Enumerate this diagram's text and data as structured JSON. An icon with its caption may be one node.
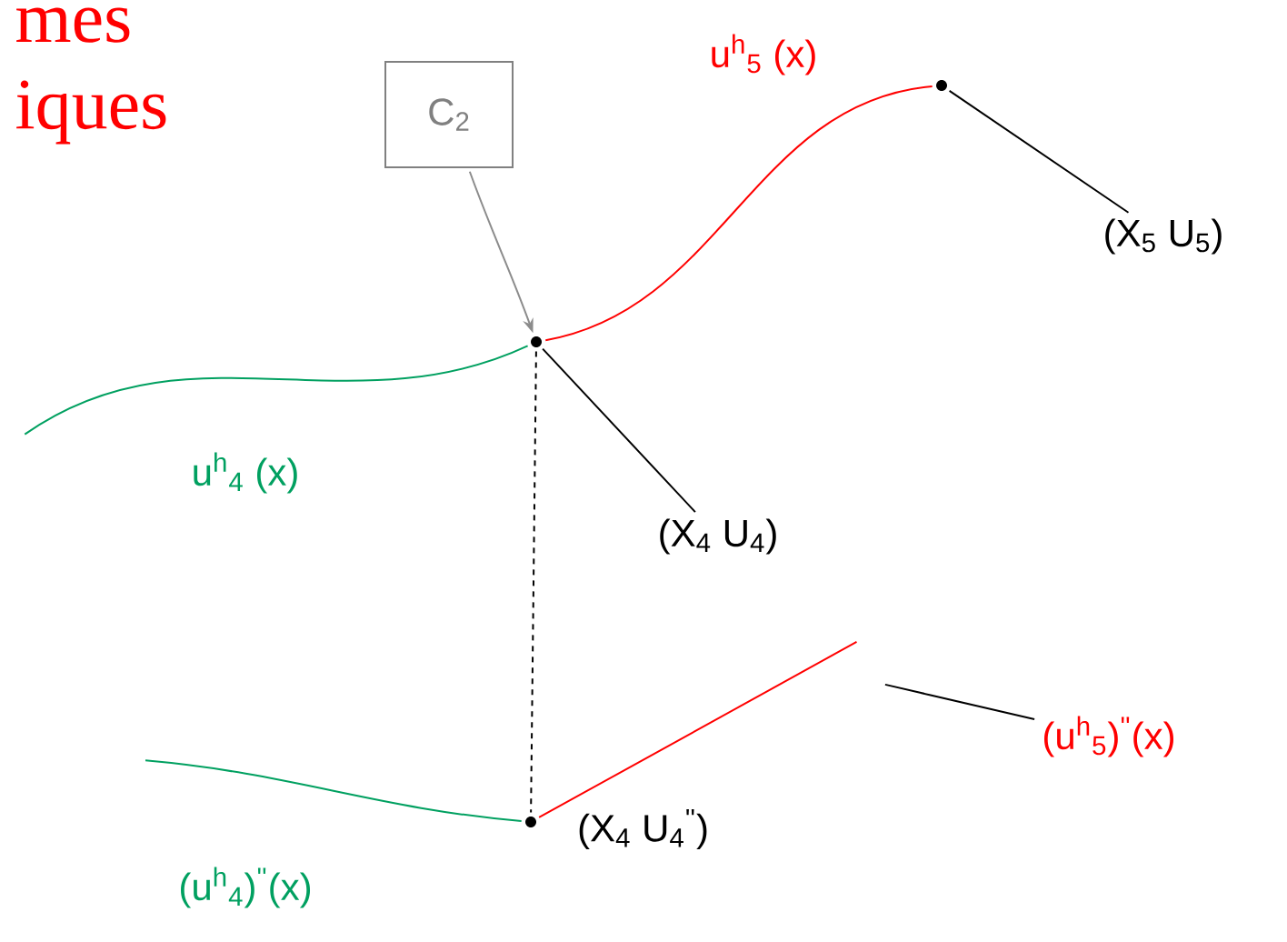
{
  "diagram": {
    "nodes": [
      {
        "text": [
          "C$_{2}$"
        ]
      },
      {
        "text": [],
        "shape": "circle"
      },
      {
        "text": [],
        "shape": "circle"
      },
      {
        "text": [],
        "shape": "circle",
        "beside": [
          "(X$_{4}$ U$_{4}$$^{''}$)"
        ]
      },
      {
        "text": [
          "(X$_{5}$ U$_{5}$)"
        ]
      },
      {
        "text": [
          "(X$_{4}$ U$_{4}$)"
        ]
      },
      {
        "text": [
          "(u$^{h}$$_{5}$)$^{''}$(x)"
        ]
      }
    ],
    "edges": [
      {
        "from": 0,
        "to": 1,
        "arrow": "to",
        "color": "#8c8c8c"
      },
      {
        "from": 1,
        "to": 3,
        "arrow": "none",
        "style": "dashed"
      },
      {
        "from": 1,
        "to": 2,
        "arrow": "none",
        "color": "#ff0000",
        "label": "u$^{h}$$_{5}$ (x)"
      },
      {
        "from": null,
        "to": 1,
        "arrow": "none",
        "color": "#00a060",
        "label": "u$^{h}$$_{4}$ (x)"
      },
      {
        "from": 3,
        "to": null,
        "arrow": "none",
        "color": "#ff0000"
      },
      {
        "from": null,
        "to": 3,
        "arrow": "none",
        "color": "#00a060",
        "label": "(u$^{h}$$_{4}$)$^{''}$(x)"
      },
      {
        "from": 4,
        "to": 2,
        "arrow": "none"
      },
      {
        "from": 5,
        "to": 1,
        "arrow": "none"
      },
      {
        "from": 6,
        "to": null,
        "arrow": "none"
      }
    ],
    "labels": [
      "mes",
      "iques"
    ]
  }
}
